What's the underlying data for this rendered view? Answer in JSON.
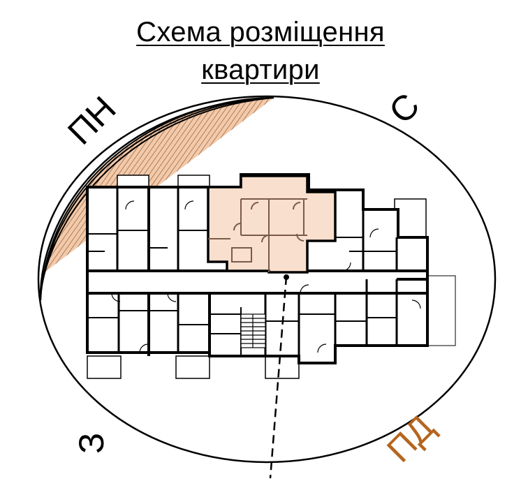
{
  "title": {
    "line1": "Схема розміщення",
    "line2": "квартири"
  },
  "compass": {
    "north_west": "ПН",
    "north": "С",
    "west": "З",
    "south_west": "ПД"
  },
  "colors": {
    "highlight_fill": "#f9dfcd",
    "highlight_wall": "#7a5a48",
    "arc_hatch_fill": "#f4c9a8",
    "south_label": "#b5651d",
    "wall": "#000000"
  },
  "legend": {
    "highlighted_apartment": "selected apartment",
    "sun_arc": "sun path (north-west sector)",
    "axis_line": "building axis (dashed)"
  }
}
